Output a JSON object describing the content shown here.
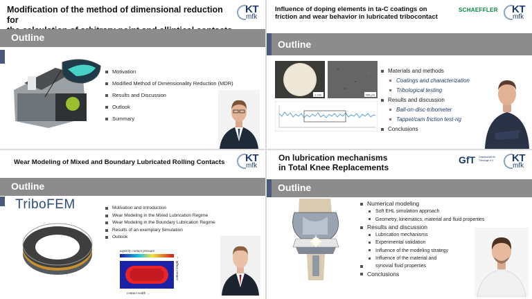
{
  "slides": [
    {
      "title_line1": "Modification of the method of dimensional reduction for",
      "title_line2": "the calculation of arbitrary point and elliptical contacts",
      "logo": {
        "kt": "KT",
        "mfk": "mfk"
      },
      "outline_label": "Outline",
      "bullets": [
        "Motivation",
        "Modified Method of Dimensionality Reduction (MDR)",
        "Results and Discussion",
        "Outlook",
        "Summary"
      ]
    },
    {
      "title_line1": "Influence of doping elements in ta-C coatings on",
      "title_line2": "friction and wear behavior in lubricated tribocontact",
      "sponsor_logo": "SCHAEFFLER",
      "logo": {
        "kt": "KT",
        "mfk": "mfk"
      },
      "outline_label": "Outline",
      "bullets": [
        {
          "text": "Materials and methods",
          "level": 1
        },
        {
          "text": "Coatings and characterization",
          "level": 2
        },
        {
          "text": "Tribological testing",
          "level": 2
        },
        {
          "text": "Results and discussion",
          "level": 1
        },
        {
          "text": "Ball-on-disc-tribometer",
          "level": 2
        },
        {
          "text": "Tappet/cam friction test-rig",
          "level": 2
        },
        {
          "text": "Conclusions",
          "level": 1
        }
      ],
      "micro_labels": [
        "1 mm",
        "200 µm"
      ]
    },
    {
      "title": "Wear Modeling of Mixed and Boundary Lubricated Rolling Contacts",
      "logo": {
        "kt": "KT",
        "mfk": "mfk"
      },
      "outline_label": "Outline",
      "software_logo": "TriboFEM",
      "bullets": [
        "Motivation and Introduction",
        "Wear Modeling in the Mixed Lubrication Regime",
        "Wear Modeling in the Boundary Lubrication Regime",
        "Results of an exemplary Simulation",
        "Outlook"
      ],
      "contour_labels": {
        "top": "asperity contact pressure",
        "bottom": "contact width →",
        "side": "contact length →"
      }
    },
    {
      "title_line1": "On lubrication mechanisms",
      "title_line2": "in Total Knee Replacements",
      "sponsor_logo": "GfT",
      "sponsor_small": "Gesellschaft für Tribologie e.V.",
      "logo": {
        "kt": "KT",
        "mfk": "mfk"
      },
      "outline_label": "Outline",
      "bullets": [
        {
          "text": "Numerical modeling",
          "level": 1
        },
        {
          "text": "Soft EHL simulation approach",
          "level": 2
        },
        {
          "text": "Geometry, kinematics, material and fluid properties",
          "level": 2
        },
        {
          "text": "Results and discussion",
          "level": 1
        },
        {
          "text": "Lubrication mechanisms",
          "level": 2
        },
        {
          "text": "Experimental validation",
          "level": 2
        },
        {
          "text": "Influence of the modeling strategy",
          "level": 2
        },
        {
          "text": "Influence of the material and",
          "level": 2
        },
        {
          "text": "synovial fluid properties",
          "level": 3
        },
        {
          "text": "Conclusions",
          "level": 1
        }
      ]
    }
  ],
  "colors": {
    "outline_bar": "#8c8c8c",
    "accent": "#4a5a7a",
    "logo_blue": "#1f3b6a",
    "schaeffler_green": "#00893d"
  }
}
